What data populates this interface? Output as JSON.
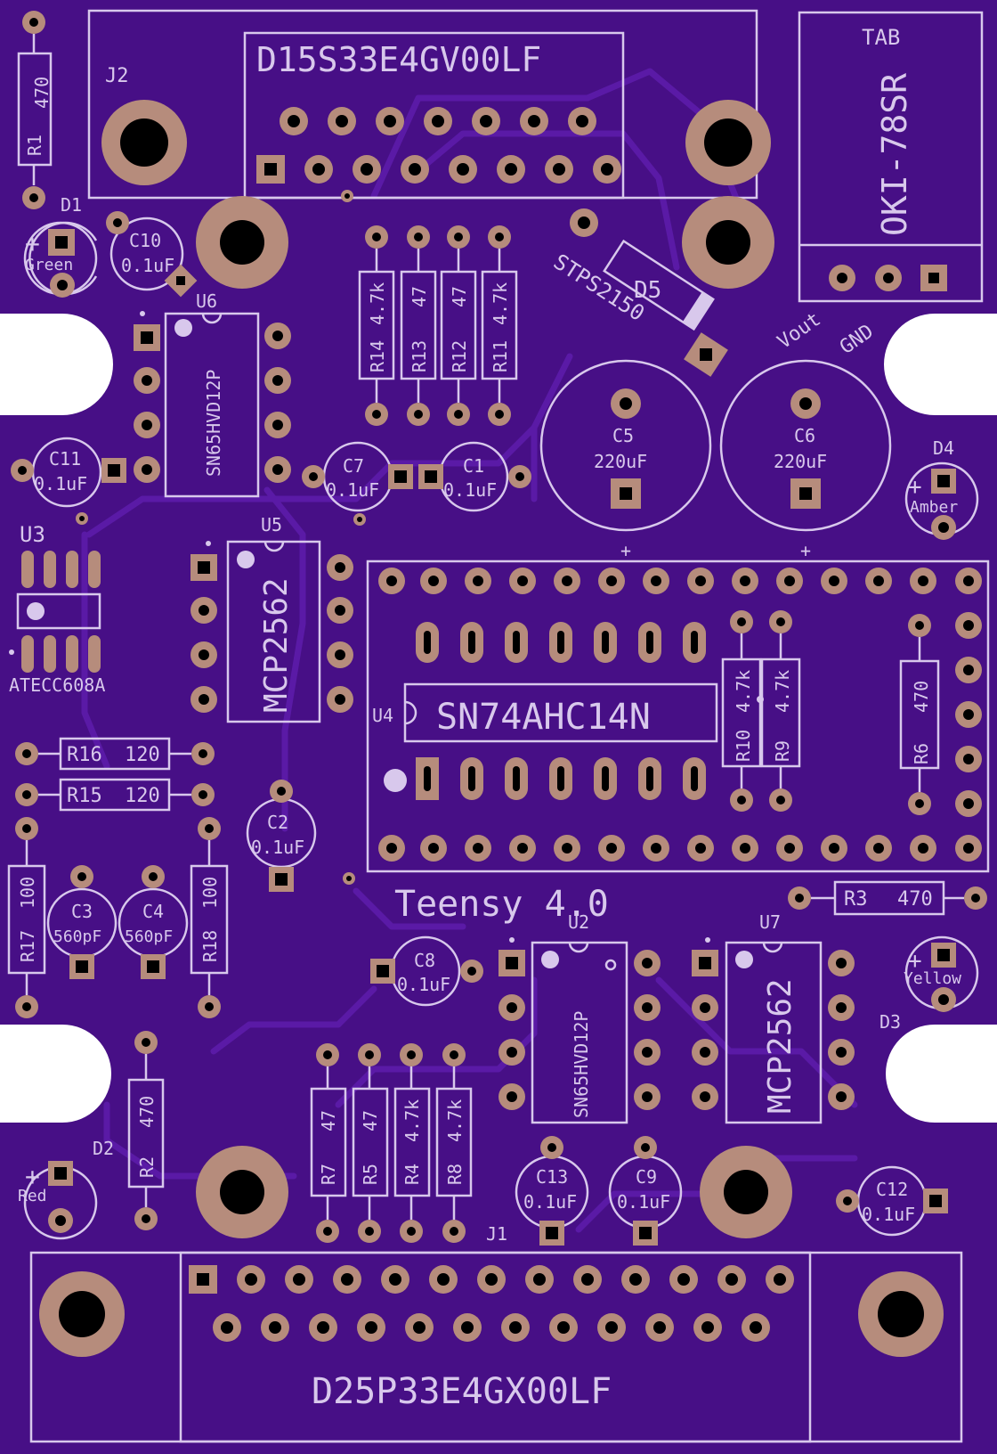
{
  "colors": {
    "board": "#470f86",
    "trace": "#5a1aa6",
    "silkscreen": "#d8c8ec",
    "pad": "#b68c7c",
    "hole": "#000000"
  },
  "connectors": {
    "j2": {
      "ref": "J2",
      "part": "D15S33E4GV00LF"
    },
    "j1": {
      "ref": "J1",
      "part": "D25P33E4GX00LF"
    }
  },
  "regulator": {
    "tab_label": "TAB",
    "part": "OKI-78SR",
    "vout_label": "Vout",
    "gnd_label": "GND"
  },
  "diode": {
    "ref": "D5",
    "part": "STPS2150"
  },
  "module": {
    "label": "Teensy 4.0"
  },
  "ics": [
    {
      "ref": "U6",
      "part": "SN65HVD12P"
    },
    {
      "ref": "U5",
      "part": "MCP2562"
    },
    {
      "ref": "U3",
      "part": "ATECC608A"
    },
    {
      "ref": "U4",
      "part": "SN74AHC14N"
    },
    {
      "ref": "U2",
      "part": "SN65HVD12P"
    },
    {
      "ref": "U7",
      "part": "MCP2562"
    }
  ],
  "leds": [
    {
      "ref": "D1",
      "color": "Green"
    },
    {
      "ref": "D4",
      "color": "Amber"
    },
    {
      "ref": "D3",
      "color": "Yellow"
    },
    {
      "ref": "D2",
      "color": "Red"
    }
  ],
  "led_polarity": "+",
  "electrolytic_polarity": "+",
  "capacitors": [
    {
      "ref": "C10",
      "value": "0.1uF"
    },
    {
      "ref": "C11",
      "value": "0.1uF"
    },
    {
      "ref": "C7",
      "value": "0.1uF"
    },
    {
      "ref": "C1",
      "value": "0.1uF"
    },
    {
      "ref": "C5",
      "value": "220uF"
    },
    {
      "ref": "C6",
      "value": "220uF"
    },
    {
      "ref": "C2",
      "value": "0.1uF"
    },
    {
      "ref": "C3",
      "value": "560pF"
    },
    {
      "ref": "C4",
      "value": "560pF"
    },
    {
      "ref": "C8",
      "value": "0.1uF"
    },
    {
      "ref": "C13",
      "value": "0.1uF"
    },
    {
      "ref": "C9",
      "value": "0.1uF"
    },
    {
      "ref": "C12",
      "value": "0.1uF"
    }
  ],
  "resistors": [
    {
      "ref": "R1",
      "value": "470"
    },
    {
      "ref": "R14",
      "value": "4.7k"
    },
    {
      "ref": "R13",
      "value": "47"
    },
    {
      "ref": "R12",
      "value": "47"
    },
    {
      "ref": "R11",
      "value": "4.7k"
    },
    {
      "ref": "R16",
      "value": "120"
    },
    {
      "ref": "R15",
      "value": "120"
    },
    {
      "ref": "R17",
      "value": "100"
    },
    {
      "ref": "R18",
      "value": "100"
    },
    {
      "ref": "R10",
      "value": "4.7k"
    },
    {
      "ref": "R9",
      "value": "4.7k"
    },
    {
      "ref": "R6",
      "value": "470"
    },
    {
      "ref": "R3",
      "value": "470"
    },
    {
      "ref": "R2",
      "value": "470"
    },
    {
      "ref": "R7",
      "value": "47"
    },
    {
      "ref": "R5",
      "value": "47"
    },
    {
      "ref": "R4",
      "value": "4.7k"
    },
    {
      "ref": "R8",
      "value": "4.7k"
    }
  ]
}
